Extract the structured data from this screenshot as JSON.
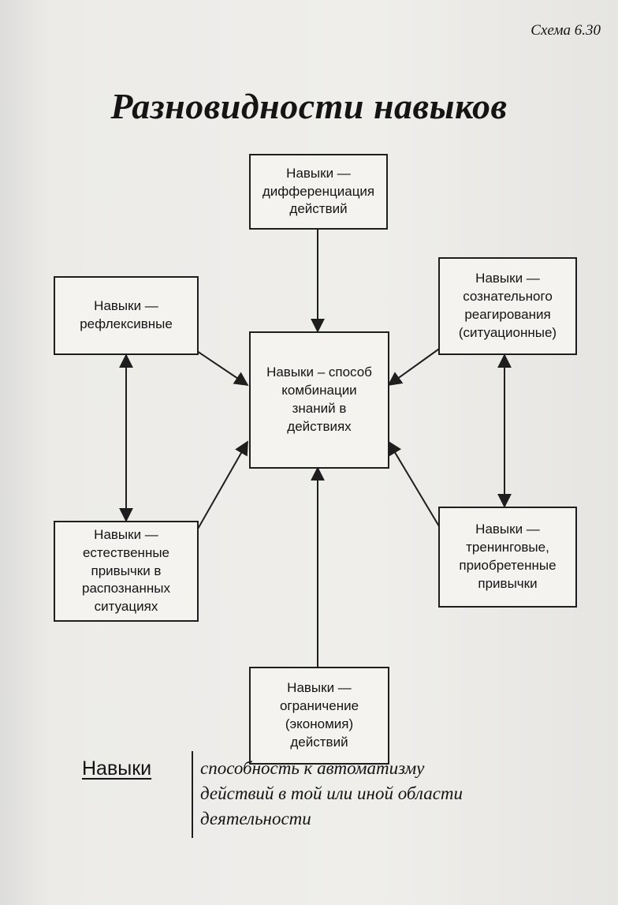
{
  "scheme_label": "Схема 6.30",
  "title": "Разновидности навыков",
  "nodes": {
    "differentiation": "Навыки —\nдифференциация\nдействий",
    "reflexive": "Навыки —\nрефлексивные",
    "conscious": "Навыки —\nсознательного\nреагирования\n(ситуационные)",
    "combination": "Навыки – способ\nкомбинации\nзнаний в\nдействиях",
    "natural": "Навыки —\nестественные\nпривычки в\nраспознанных\nситуациях",
    "training": "Навыки —\nтренинговые,\nприобретенные\nпривычки",
    "limitation": "Навыки —\nограничение\n(экономия)\nдействий"
  },
  "definition": {
    "term": "Навыки",
    "text": "способность к автоматизму\nдействий в той или иной области\nдеятельности"
  }
}
